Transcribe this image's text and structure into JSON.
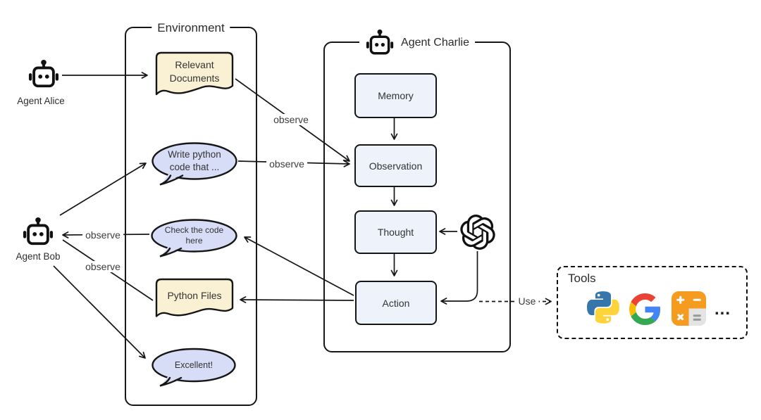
{
  "agents": {
    "alice": {
      "name": "Agent Alice"
    },
    "bob": {
      "name": "Agent Bob"
    },
    "charlie": {
      "name": "Agent Charlie"
    }
  },
  "environment": {
    "title": "Environment",
    "relevant_documents": {
      "line1": "Relevant",
      "line2": "Documents"
    },
    "python_files": {
      "label": "Python Files"
    },
    "bubbles": {
      "write_code": {
        "line1": "Write python",
        "line2": "code that ..."
      },
      "check_code": {
        "line1": "Check the code",
        "line2": "here"
      },
      "excellent": {
        "label": "Excellent!"
      }
    }
  },
  "pipeline": {
    "memory": "Memory",
    "observation": "Observation",
    "thought": "Thought",
    "action": "Action"
  },
  "edge_labels": {
    "observe_documents": "observe",
    "observe_write_code": "observe",
    "observe_check_code": "observe",
    "observe_python_files": "observe",
    "use": "Use"
  },
  "tools": {
    "title": "Tools",
    "ellipsis": "...",
    "icons": [
      "python-logo",
      "google-logo",
      "calculator"
    ]
  },
  "colors": {
    "document_fill": "#FAF1D5",
    "bubble_fill": "#D7DDF6",
    "box_fill": "#EDF2FB",
    "stroke": "#161616",
    "python_blue": "#3776AB",
    "python_yellow": "#FFD43B",
    "google_blue": "#4285F4",
    "google_red": "#EA4335",
    "google_yellow": "#FBBC05",
    "google_green": "#34A853",
    "calculator_orange": "#F59B1F",
    "calculator_gray": "#E4E4E4"
  }
}
